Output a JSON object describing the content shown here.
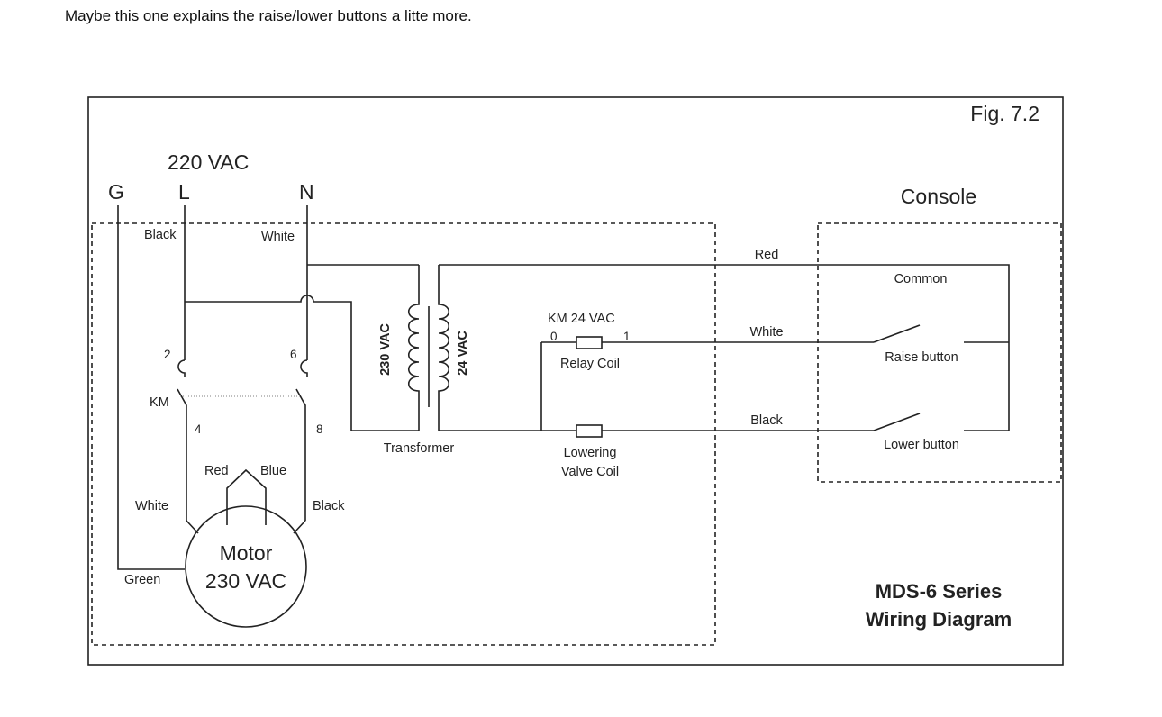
{
  "post": {
    "caption": "Maybe this one explains the raise/lower buttons a litte more."
  },
  "diagram": {
    "fig_label": "Fig. 7.2",
    "supply": {
      "voltage": "220 VAC",
      "g": "G",
      "l": "L",
      "n": "N"
    },
    "wires": {
      "l_black": "Black",
      "n_white": "White"
    },
    "contactor": {
      "label": "KM",
      "t2": "2",
      "t6": "6",
      "t4": "4",
      "t8": "8"
    },
    "motor": {
      "line1": "Motor",
      "line2": "230 VAC",
      "left_white": "White",
      "right_black": "Black",
      "red": "Red",
      "blue": "Blue",
      "ground_green": "Green"
    },
    "transformer": {
      "label": "Transformer",
      "primary": "230 VAC",
      "secondary": "24 VAC"
    },
    "relay": {
      "km_label": "KM  24 VAC",
      "t0": "0",
      "t1": "1",
      "label": "Relay Coil"
    },
    "valve": {
      "line1": "Lowering",
      "line2": "Valve Coil"
    },
    "cable": {
      "red": "Red",
      "white": "White",
      "black": "Black"
    },
    "console": {
      "title": "Console",
      "common": "Common",
      "raise": "Raise button",
      "lower": "Lower button"
    },
    "title": {
      "line1": "MDS-6 Series",
      "line2": "Wiring Diagram"
    }
  }
}
